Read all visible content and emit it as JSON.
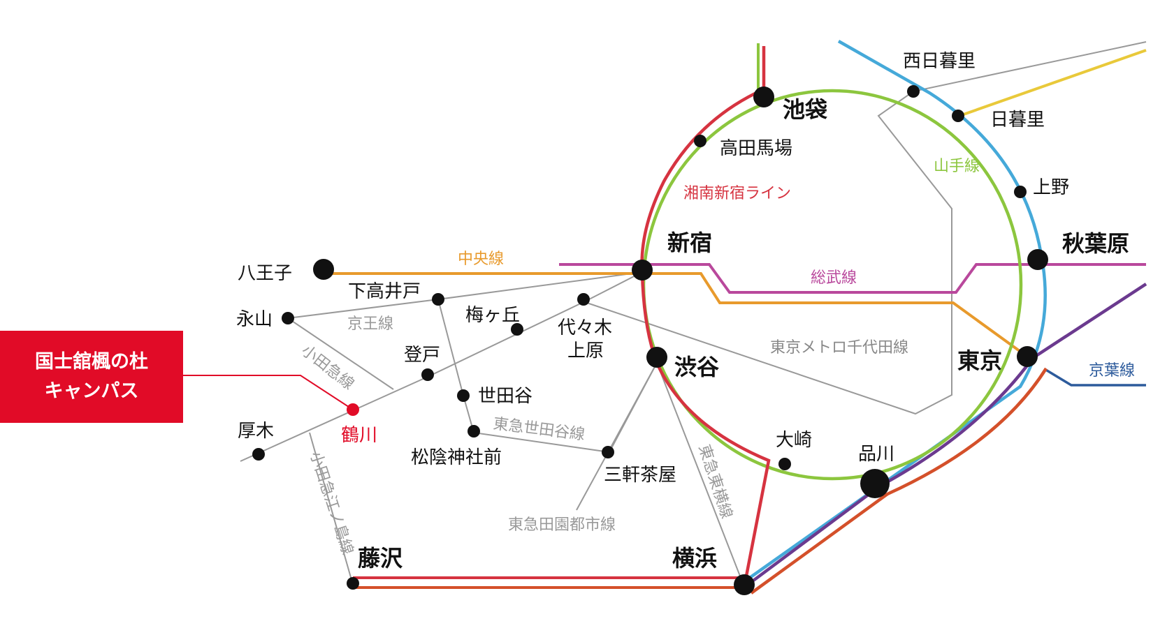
{
  "campus": {
    "line1": "国士舘楓の杜",
    "line2": "キャンパス"
  },
  "colors": {
    "yamanote": "#8cc63e",
    "shonan": "#d63340",
    "chuo": "#e89a2c",
    "sobu": "#b9489c",
    "keihin": "#45a9d9",
    "joban": "#e9c93a",
    "keiyo": "#2d5b9c",
    "purple": "#6b3a8f",
    "orange_red": "#d4502a",
    "private": "#999999",
    "campus": "#e10b27"
  },
  "stations": {
    "ikebukuro": "池袋",
    "takadanobaba": "高田馬場",
    "nishinippori": "西日暮里",
    "nippori": "日暮里",
    "ueno": "上野",
    "akihabara": "秋葉原",
    "tokyo": "東京",
    "shinagawa": "品川",
    "osaki": "大崎",
    "shibuya": "渋谷",
    "shinjuku": "新宿",
    "hachioji": "八王子",
    "shimotakaido": "下高井戸",
    "nagayama": "永山",
    "umegaoka": "梅ヶ丘",
    "yoyogi_uehara_1": "代々木",
    "yoyogi_uehara_2": "上原",
    "noborito": "登戸",
    "setagaya": "世田谷",
    "atsugi": "厚木",
    "tsurukawa": "鶴川",
    "shoinjinjamae": "松陰神社前",
    "sangenjaya": "三軒茶屋",
    "fujisawa": "藤沢",
    "yokohama": "横浜"
  },
  "lines": {
    "shonan_shinjuku": "湘南新宿ライン",
    "yamanote": "山手線",
    "chuo": "中央線",
    "sobu": "総武線",
    "keio": "京王線",
    "odakyu": "小田急線",
    "chiyoda": "東京メトロ千代田線",
    "keiyo": "京葉線",
    "setagaya": "東急世田谷線",
    "denentoshi": "東急田園都市線",
    "toyoko": "東急東横線",
    "enoshima": "小田急江ノ島線"
  }
}
